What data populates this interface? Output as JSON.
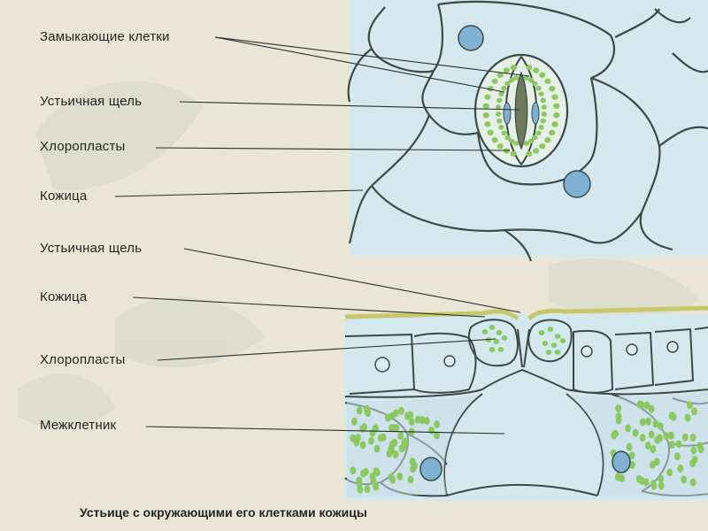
{
  "labels": {
    "guard_cells": "Замыкающие клетки",
    "stomatal_slit_top": "Устьичная щель",
    "chloroplasts_top": "Хлоропласты",
    "epidermis_top": "Кожица",
    "stomatal_slit_bottom": "Устьичная щель",
    "epidermis_bottom": "Кожица",
    "chloroplasts_bottom": "Хлоропласты",
    "intercellular_space": "Межклетник"
  },
  "caption": "Устьице с окружающими его клетками кожицы",
  "colors": {
    "background": "#e9e6d6",
    "cell_fill": "#d4e8f0",
    "cell_wall": "#3a4a44",
    "chloroplast": "#8cc860",
    "nucleus": "#7fb2d2",
    "cuticle": "#c8c86a"
  }
}
